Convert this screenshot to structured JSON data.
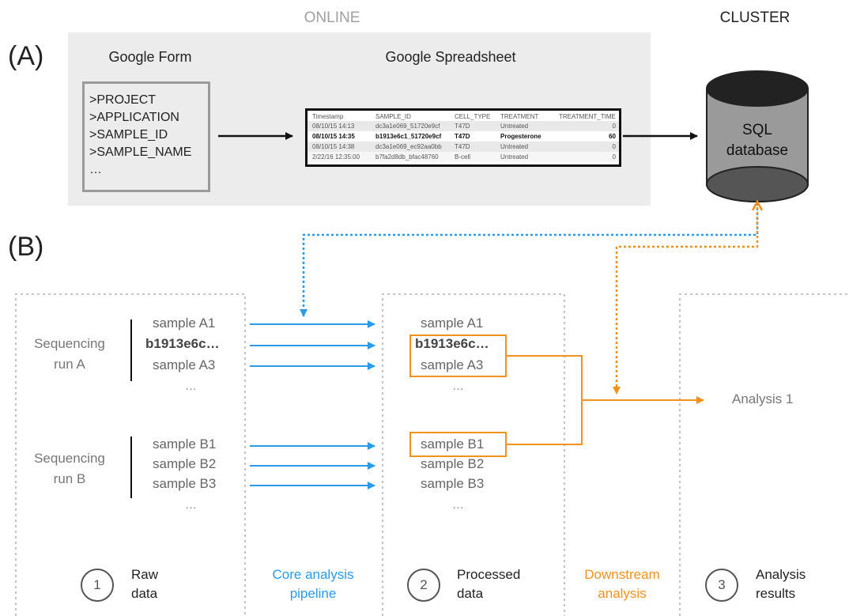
{
  "panel_a": {
    "label": "(A)",
    "online_label": "ONLINE",
    "cluster_label": "CLUSTER",
    "form_title": "Google Form",
    "form_fields": [
      ">PROJECT",
      ">APPLICATION",
      ">SAMPLE_ID",
      ">SAMPLE_NAME",
      "…"
    ],
    "sheet_title": "Google Spreadsheet",
    "sheet_headers": [
      "Timestamp",
      "SAMPLE_ID",
      "CELL_TYPE",
      "TREATMENT",
      "TREATMENT_TIME"
    ],
    "sheet_rows": [
      [
        "08/10/15 14:13",
        "dc3a1e069_51720e9cf",
        "T47D",
        "Untreated",
        "0"
      ],
      [
        "08/10/15 14:35",
        "b1913e6c1_51720e9cf",
        "T47D",
        "Progesterone",
        "60"
      ],
      [
        "08/10/15 14:38",
        "dc3a1e069_ec92aa0bb",
        "T47D",
        "Untreated",
        "0"
      ],
      [
        "2/22/16 12:35:00",
        "b7fa2d8db_bfac48760",
        "B-cell",
        "Untreated",
        "0"
      ]
    ],
    "db_line1": "SQL",
    "db_line2": "database"
  },
  "panel_b": {
    "label": "(B)",
    "run_a_line1": "Sequencing",
    "run_a_line2": "run A",
    "run_b_line1": "Sequencing",
    "run_b_line2": "run B",
    "raw_a": [
      "sample A1",
      "b1913e6c…",
      "sample A3",
      "…"
    ],
    "raw_b": [
      "sample B1",
      "sample B2",
      "sample B3",
      "…"
    ],
    "proc_a": [
      "sample A1",
      "b1913e6c…",
      "sample A3",
      "…"
    ],
    "proc_b": [
      "sample B1",
      "sample B2",
      "sample B3",
      "…"
    ],
    "analysis_label": "Analysis 1",
    "step1_num": "1",
    "step1_line1": "Raw",
    "step1_line2": "data",
    "pipeline_line1": "Core analysis",
    "pipeline_line2": "pipeline",
    "step2_num": "2",
    "step2_line1": "Processed",
    "step2_line2": "data",
    "downstream_line1": "Downstream",
    "downstream_line2": "analysis",
    "step3_num": "3",
    "step3_line1": "Analysis",
    "step3_line2": "results"
  },
  "colors": {
    "blue": "#2b9ae9",
    "orange": "#f0921e",
    "panel_bg": "#ececec"
  }
}
